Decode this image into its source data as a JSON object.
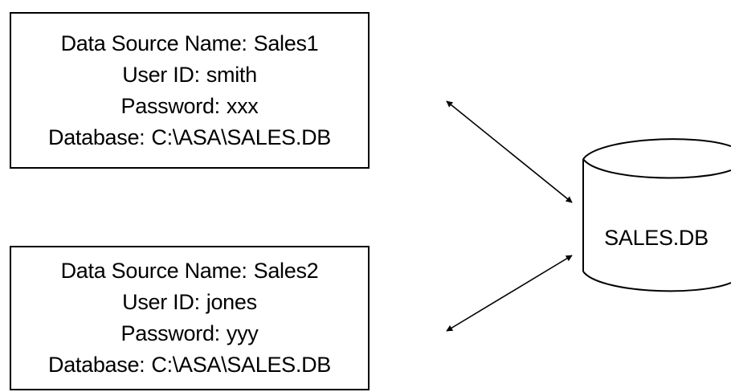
{
  "data_sources": [
    {
      "dsn_label": "Data Source Name:",
      "dsn_value": "Sales1",
      "uid_label": "User ID:",
      "uid_value": "smith",
      "pwd_label": "Password:",
      "pwd_value": "xxx",
      "db_label": "Database:",
      "db_value": "C:\\ASA\\SALES.DB"
    },
    {
      "dsn_label": "Data Source Name:",
      "dsn_value": "Sales2",
      "uid_label": "User ID:",
      "uid_value": "jones",
      "pwd_label": "Password:",
      "pwd_value": "yyy",
      "db_label": "Database:",
      "db_value": "C:\\ASA\\SALES.DB"
    }
  ],
  "database": {
    "name": "SALES.DB",
    "shape": "cylinder"
  },
  "connectors": [
    {
      "from": "data_sources.0",
      "to": "database",
      "style": "double-headed-arrow"
    },
    {
      "from": "data_sources.1",
      "to": "database",
      "style": "double-headed-arrow"
    }
  ],
  "colors": {
    "stroke": "#000000",
    "background": "#ffffff"
  }
}
